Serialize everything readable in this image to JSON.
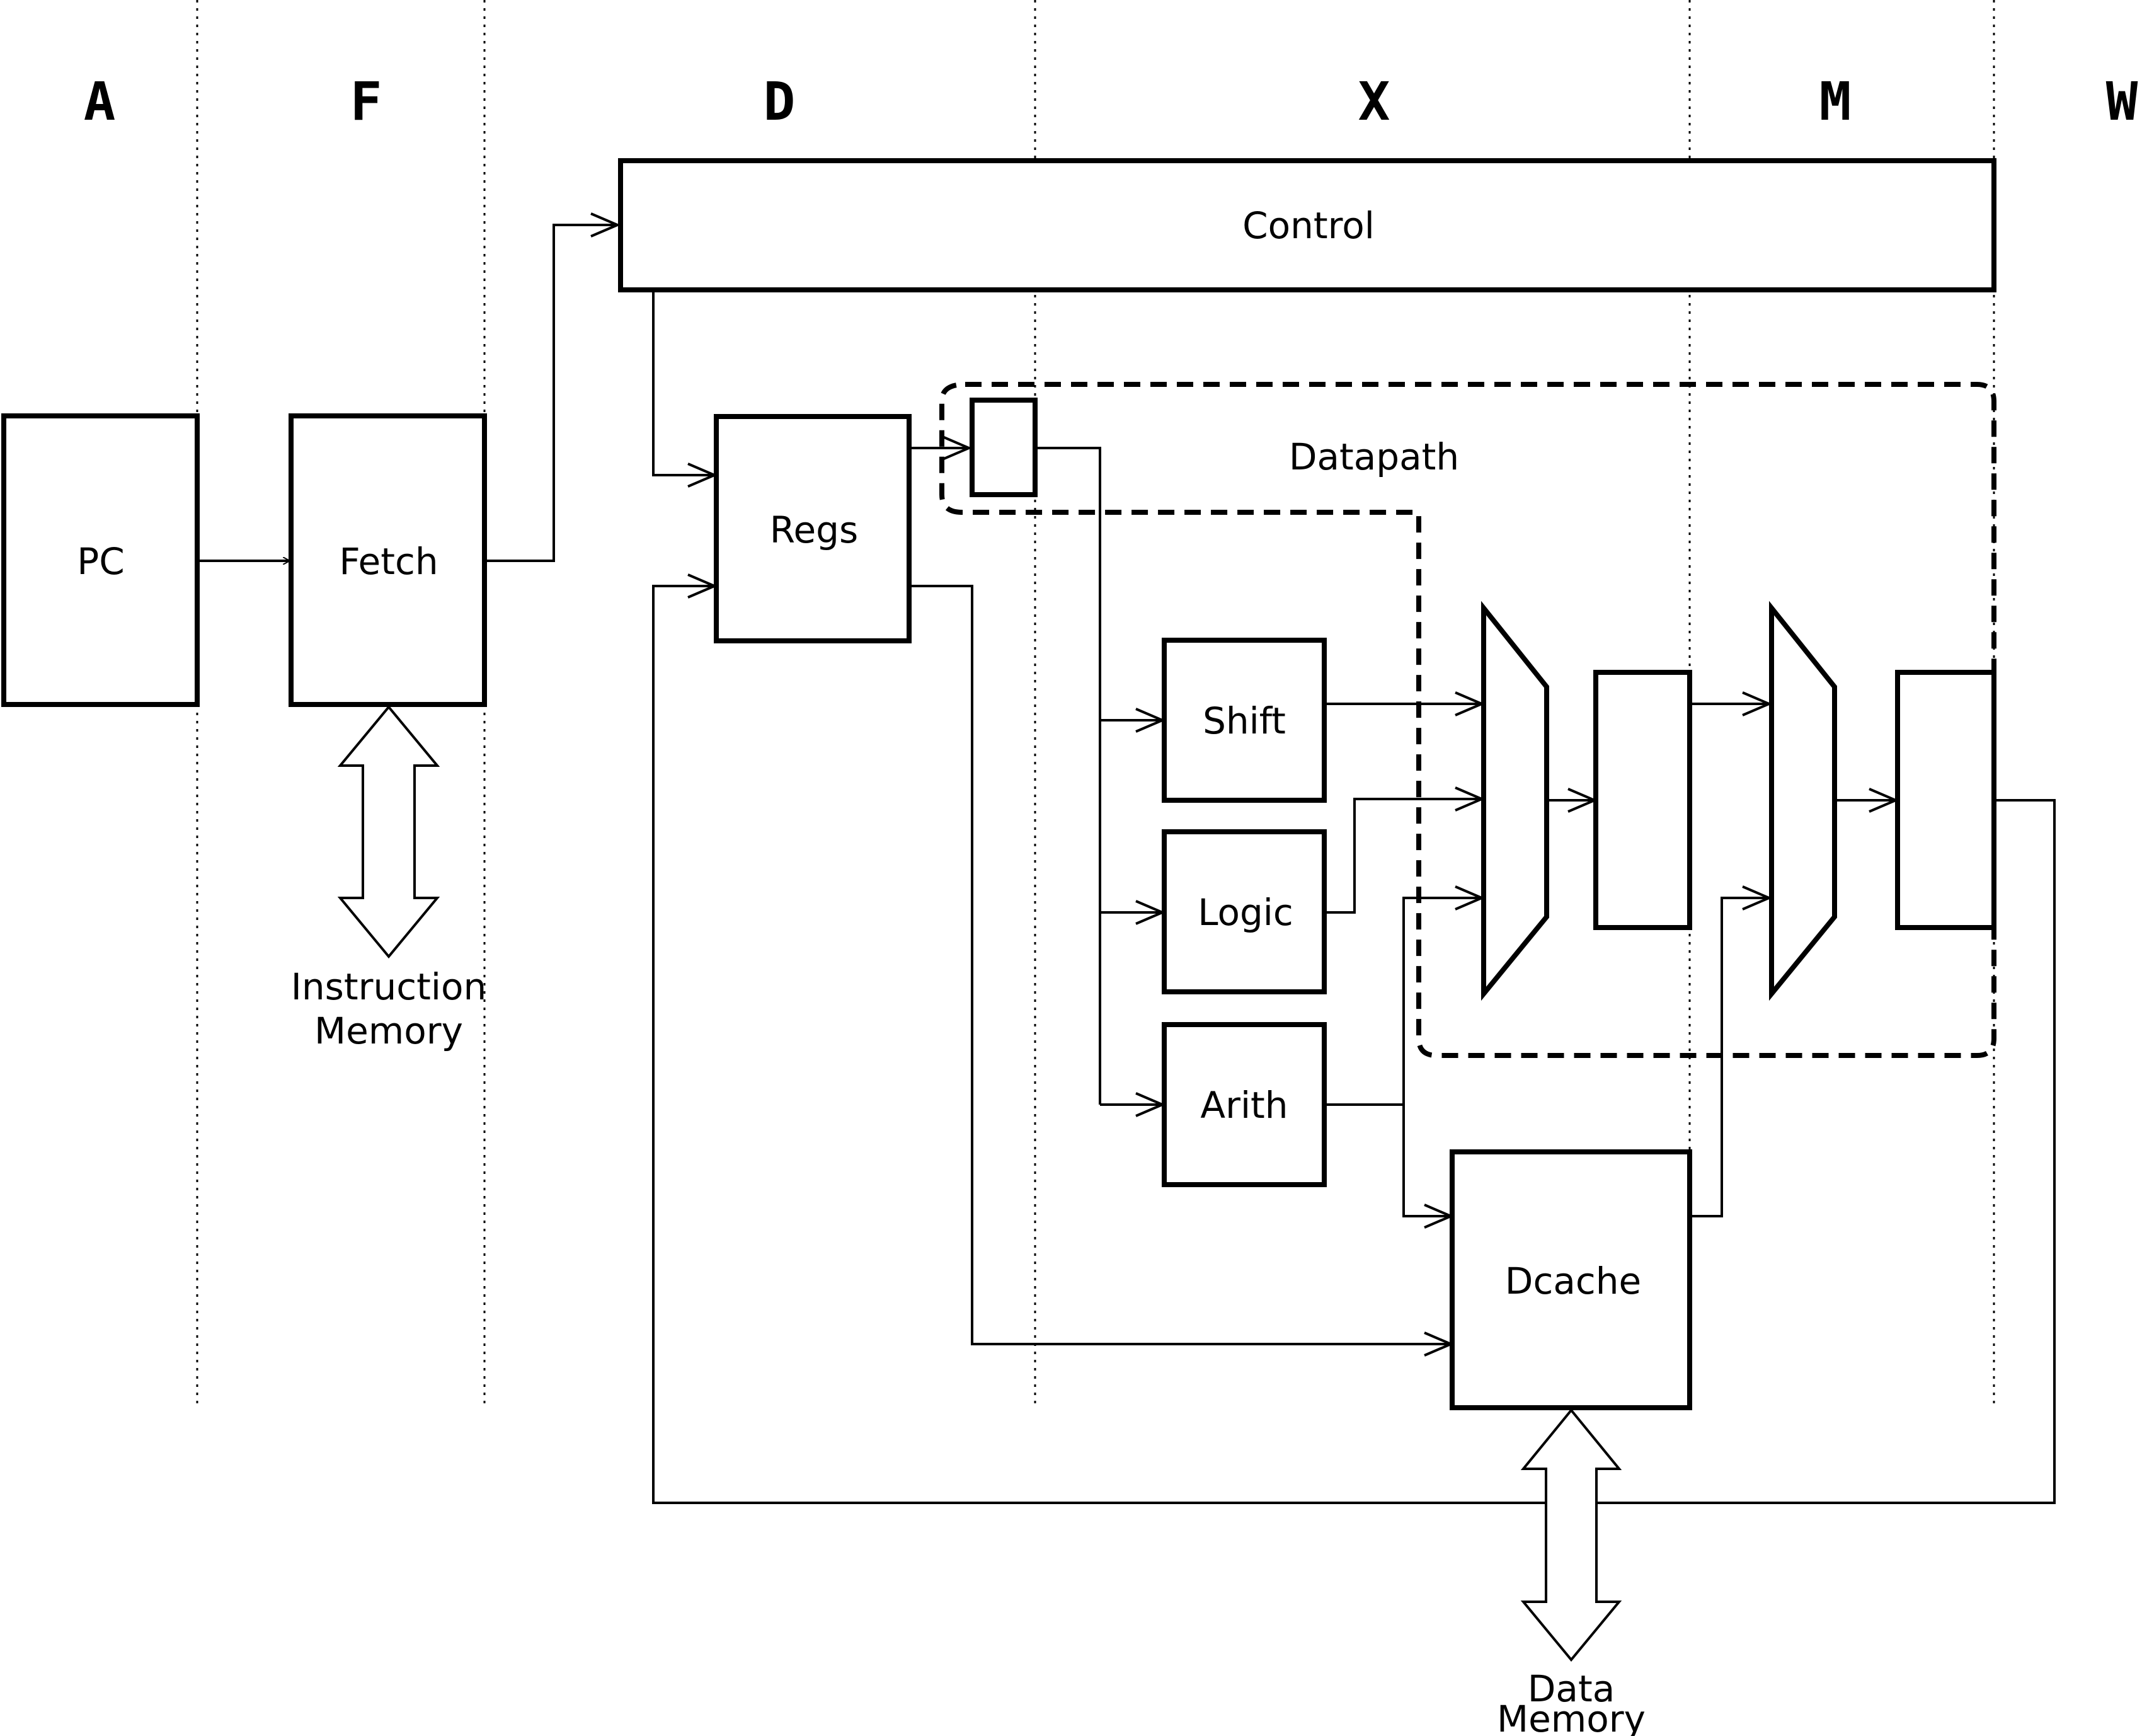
{
  "stages": [
    "A",
    "F",
    "D",
    "X",
    "M",
    "W"
  ],
  "blocks": {
    "pc": "PC",
    "fetch": "Fetch",
    "control": "Control",
    "regs": "Regs",
    "datapath": "Datapath",
    "shift": "Shift",
    "logic": "Logic",
    "arith": "Arith",
    "dcache": "Dcache"
  },
  "memories": {
    "instruction": [
      "Instruction",
      "Memory"
    ],
    "data": [
      "Data",
      "Memory"
    ]
  }
}
